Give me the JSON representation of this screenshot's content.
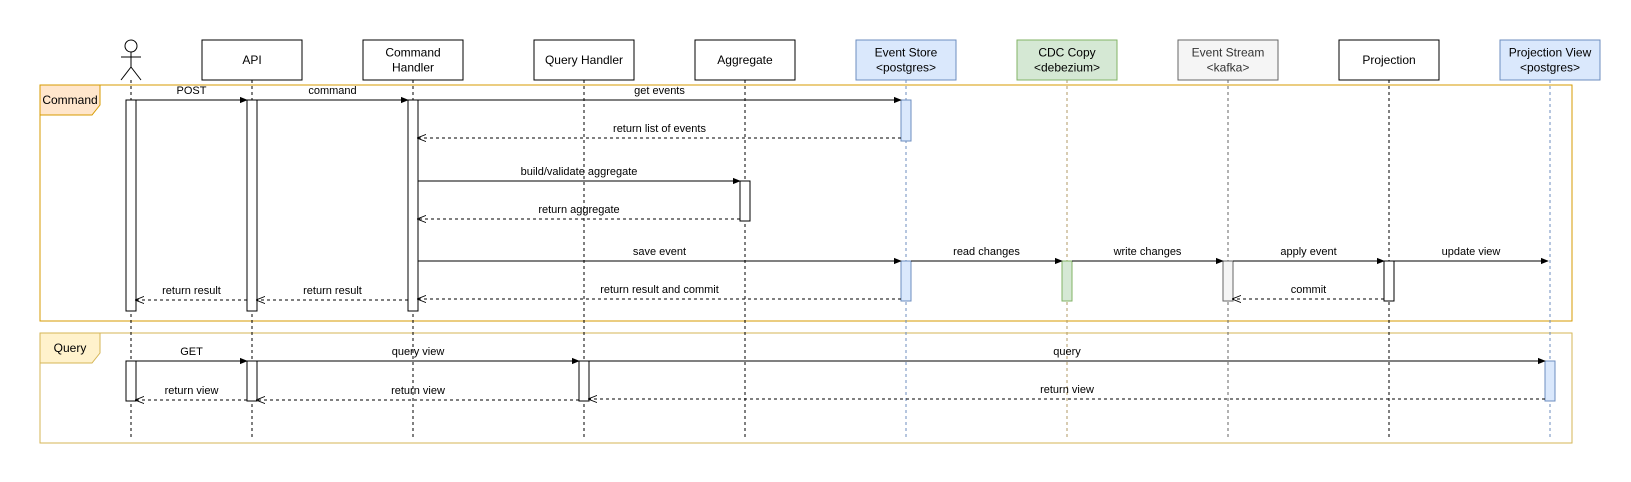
{
  "participants": [
    {
      "id": "actor",
      "label": [],
      "kind": "actor"
    },
    {
      "id": "api",
      "label": [
        "API"
      ],
      "kind": "box",
      "fill": "#ffffff",
      "stroke": "#000000",
      "text": "#000000"
    },
    {
      "id": "cmd",
      "label": [
        "Command",
        "Handler"
      ],
      "kind": "box",
      "fill": "#ffffff",
      "stroke": "#000000",
      "text": "#000000"
    },
    {
      "id": "qh",
      "label": [
        "Query Handler"
      ],
      "kind": "box",
      "fill": "#ffffff",
      "stroke": "#000000",
      "text": "#000000"
    },
    {
      "id": "agg",
      "label": [
        "Aggregate"
      ],
      "kind": "box",
      "fill": "#ffffff",
      "stroke": "#000000",
      "text": "#000000"
    },
    {
      "id": "es",
      "label": [
        "Event Store",
        "<postgres>"
      ],
      "kind": "box",
      "fill": "#dae8fc",
      "stroke": "#6c8ebf",
      "text": "#000000"
    },
    {
      "id": "cdc",
      "label": [
        "CDC Copy",
        "<debezium>"
      ],
      "kind": "box",
      "fill": "#d5e8d4",
      "stroke": "#82b366",
      "text": "#000000"
    },
    {
      "id": "kaf",
      "label": [
        "Event Stream",
        "<kafka>"
      ],
      "kind": "box",
      "fill": "#f5f5f5",
      "stroke": "#666666",
      "text": "#333333"
    },
    {
      "id": "proj",
      "label": [
        "Projection"
      ],
      "kind": "box",
      "fill": "#ffffff",
      "stroke": "#000000",
      "text": "#000000"
    },
    {
      "id": "pv",
      "label": [
        "Projection View",
        "<postgres>"
      ],
      "kind": "box",
      "fill": "#dae8fc",
      "stroke": "#6c8ebf",
      "text": "#000000"
    }
  ],
  "frames": [
    {
      "id": "command",
      "label": "Command",
      "stroke": "#d79b00",
      "tag_fill": "#ffe6cc"
    },
    {
      "id": "query",
      "label": "Query",
      "stroke": "#d6b656",
      "tag_fill": "#fff2cc"
    }
  ],
  "messages": [
    {
      "from": "actor",
      "to": "api",
      "label": "POST",
      "style": "solid"
    },
    {
      "from": "api",
      "to": "cmd",
      "label": "command",
      "style": "solid"
    },
    {
      "from": "cmd",
      "to": "es",
      "label": "get events",
      "style": "solid"
    },
    {
      "from": "es",
      "to": "cmd",
      "label": "return list of events",
      "style": "dashed"
    },
    {
      "from": "cmd",
      "to": "agg",
      "label": "build/validate aggregate",
      "style": "solid"
    },
    {
      "from": "agg",
      "to": "cmd",
      "label": "return aggregate",
      "style": "dashed"
    },
    {
      "from": "cmd",
      "to": "es",
      "label": "save event",
      "style": "solid"
    },
    {
      "from": "es",
      "to": "cdc",
      "label": "read changes",
      "style": "solid"
    },
    {
      "from": "cdc",
      "to": "kaf",
      "label": "write changes",
      "style": "solid"
    },
    {
      "from": "kaf",
      "to": "proj",
      "label": "apply event",
      "style": "solid"
    },
    {
      "from": "proj",
      "to": "pv",
      "label": "update view",
      "style": "solid"
    },
    {
      "from": "api",
      "to": "actor",
      "label": "return result",
      "style": "dashed"
    },
    {
      "from": "cmd",
      "to": "api",
      "label": "return result",
      "style": "dashed"
    },
    {
      "from": "es",
      "to": "cmd",
      "label": "return result and commit",
      "style": "dashed"
    },
    {
      "from": "proj",
      "to": "kaf",
      "label": "commit",
      "style": "dashed"
    },
    {
      "from": "actor",
      "to": "api",
      "label": "GET",
      "style": "solid"
    },
    {
      "from": "api",
      "to": "qh",
      "label": "query view",
      "style": "solid"
    },
    {
      "from": "qh",
      "to": "pv",
      "label": "query",
      "style": "solid"
    },
    {
      "from": "api",
      "to": "actor",
      "label": "return view",
      "style": "dashed"
    },
    {
      "from": "qh",
      "to": "api",
      "label": "return view",
      "style": "dashed"
    },
    {
      "from": "pv",
      "to": "qh",
      "label": "return view",
      "style": "dashed"
    }
  ]
}
